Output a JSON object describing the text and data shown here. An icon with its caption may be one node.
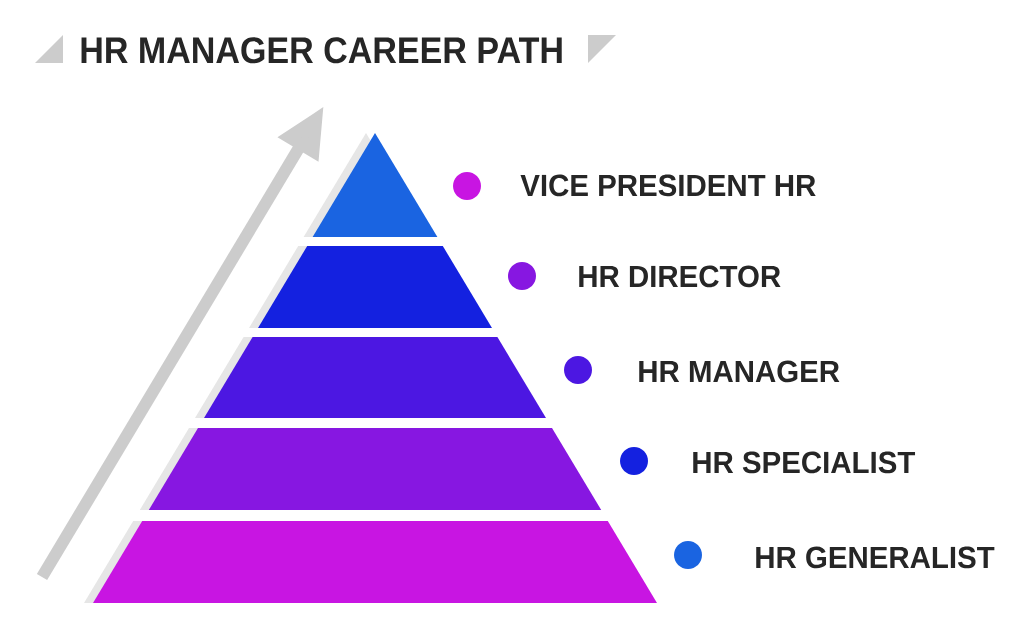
{
  "diagram": {
    "title": "HR MANAGER CAREER PATH",
    "nodes": [
      {
        "text": [],
        "shape": "triangle",
        "beside": [
          "VICE PRESIDENT HR"
        ]
      },
      {
        "text": [],
        "shape": "trapezoid",
        "beside": [
          "HR DIRECTOR"
        ]
      },
      {
        "text": [],
        "shape": "trapezoid",
        "beside": [
          "HR MANAGER"
        ]
      },
      {
        "text": [],
        "shape": "trapezoid",
        "beside": [
          "HR SPECIALIST"
        ]
      },
      {
        "text": [],
        "shape": "trapezoid",
        "beside": [
          "HR GENERALIST"
        ]
      }
    ]
  }
}
